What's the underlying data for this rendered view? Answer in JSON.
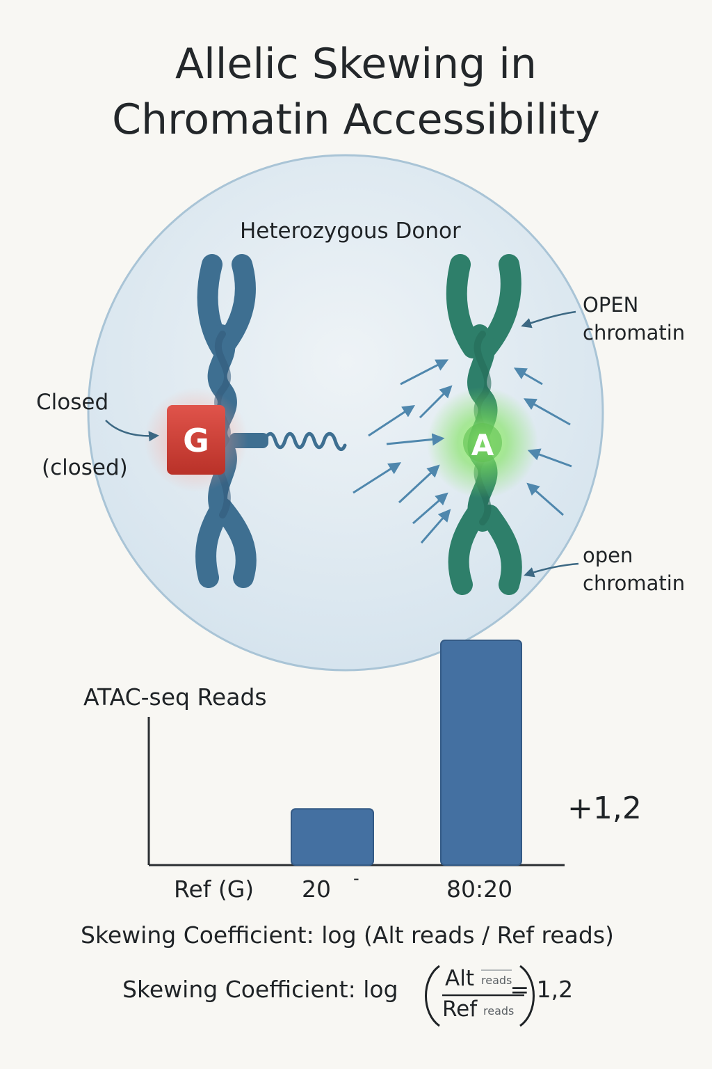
{
  "title": {
    "line1": "Allelic Skewing in",
    "line2": "Chromatin Accessibility"
  },
  "cell_label": "Heterozygous Donor",
  "labels": {
    "closed_top": "Closed",
    "closed_bottom": "(closed)",
    "open_top_1": "OPEN",
    "open_top_2": "chromatin",
    "open_bottom_1": "open",
    "open_bottom_2": "chromatin"
  },
  "alleles": {
    "ref": {
      "letter": "G",
      "color": "#d2403a"
    },
    "alt": {
      "letter": "A",
      "color": "#6fd04a"
    }
  },
  "colors": {
    "ref_chromosome": "#3e6f91",
    "alt_chromosome": "#2e7f6a",
    "bar": "#4470a1",
    "cell": "#dce8f1",
    "arrow": "#4f87ad"
  },
  "chart_data": {
    "type": "bar",
    "ylabel": "ATAC-seq Reads",
    "categories": [
      "Ref (G)",
      "20",
      "80:20"
    ],
    "values": [
      0,
      20,
      80
    ],
    "ylim": [
      0,
      80
    ],
    "annotation": "+1,2",
    "tick_extra": "-"
  },
  "formula": {
    "line1": "Skewing Coefficient:  log (Alt reads / Ref reads)",
    "prefix": "Skewing Coefficient:  log",
    "num": "Alt",
    "num_sub": "reads",
    "den": "Ref",
    "den_sub": "reads",
    "result": "=  1,2"
  }
}
